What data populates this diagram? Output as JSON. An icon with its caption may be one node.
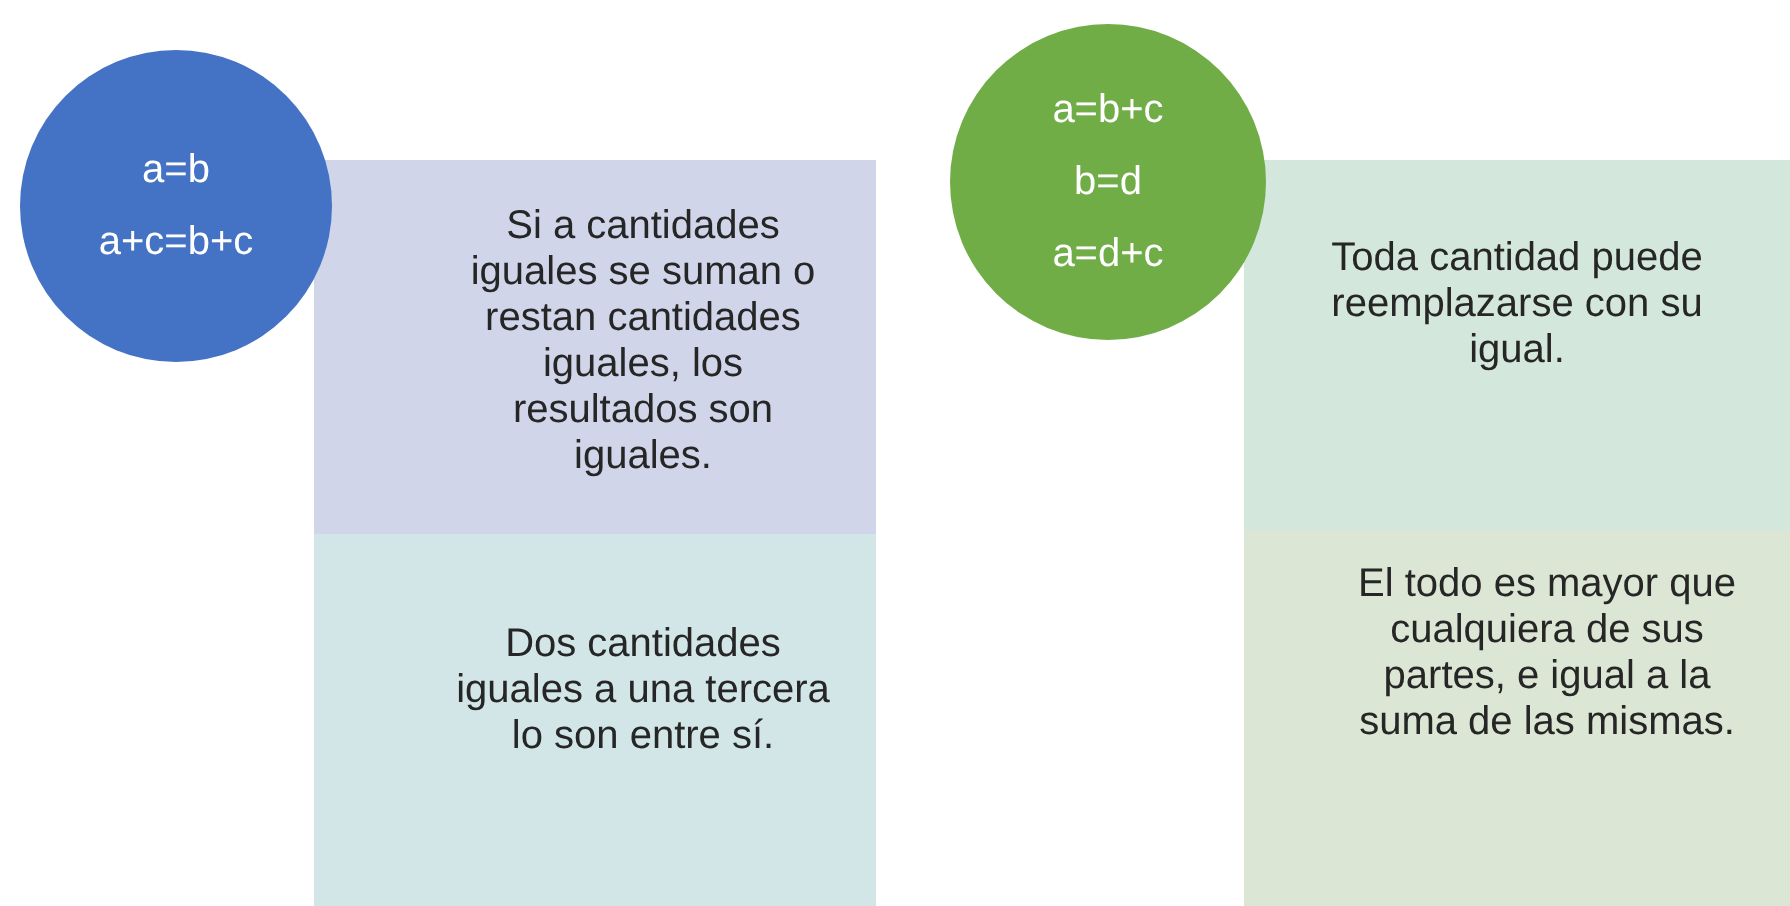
{
  "diagram": {
    "nodes": [
      {
        "text": [
          "Si a cantidades iguales se suman o restan cantidades iguales, los resultados son iguales."
        ]
      },
      {
        "text": [
          "Dos cantidades iguales a una tercera lo son entre sí."
        ]
      },
      {
        "text": [
          "a=b",
          "a+c=b+c"
        ]
      },
      {
        "text": [
          "Toda cantidad puede reemplazarse con su igual."
        ]
      },
      {
        "text": [
          "El todo es mayor que cualquiera de sus partes, e igual a la suma de las mismas."
        ]
      },
      {
        "text": [
          "a=b+c",
          "b=d",
          "a=d+c"
        ]
      }
    ]
  }
}
